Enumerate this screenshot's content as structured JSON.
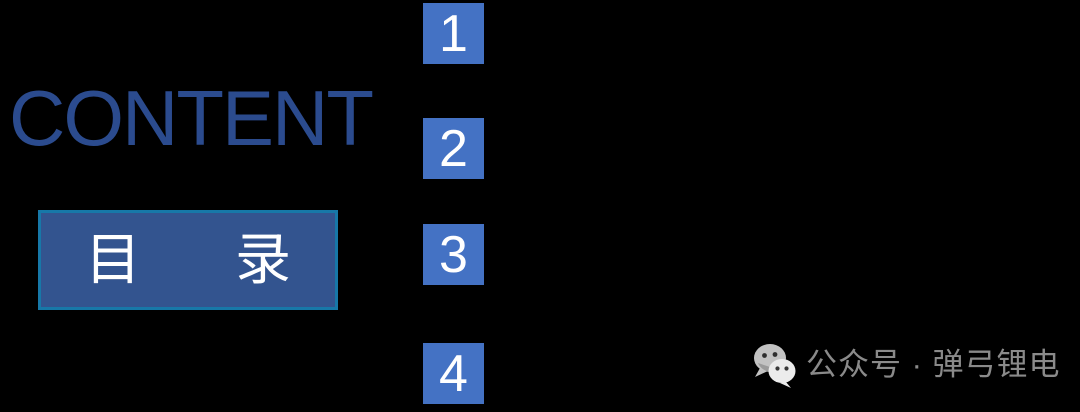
{
  "slide": {
    "title": "CONTENT",
    "toc": {
      "char_left": "目",
      "char_right": "录"
    },
    "items": [
      {
        "number": "1"
      },
      {
        "number": "2"
      },
      {
        "number": "3"
      },
      {
        "number": "4"
      }
    ],
    "watermark": {
      "icon": "wechat-logo",
      "text": "公众号 · 弹弓锂电"
    }
  },
  "colors": {
    "background": "#000000",
    "title_blue": "#2B4B8E",
    "box_fill": "#33548F",
    "box_border": "#1778A8",
    "square_blue": "#4472C4",
    "number_white": "#FFFFFF",
    "toc_text_white": "#FFFFFF",
    "watermark_gray": "#8A8A8A"
  }
}
